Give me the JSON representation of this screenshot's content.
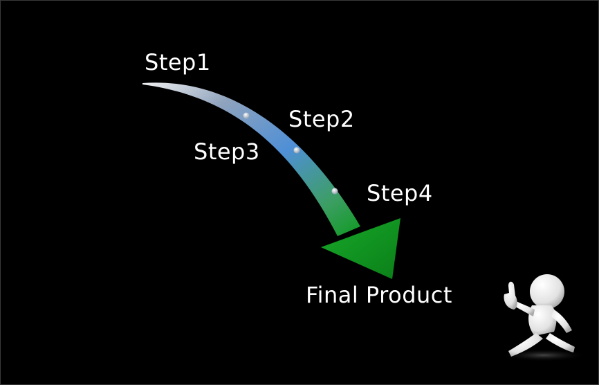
{
  "diagram": {
    "steps": [
      {
        "label": "Step1"
      },
      {
        "label": "Step2"
      },
      {
        "label": "Step3"
      },
      {
        "label": "Step4"
      }
    ],
    "final_label": "Final Product",
    "colors": {
      "background": "#000000",
      "text": "#ffffff",
      "arrow_start": "#c9c9c9",
      "arrow_mid": "#4f8fd6",
      "arrow_end": "#12a023",
      "arrow_head": "#0d8f1c",
      "marker": "#d8d8d8",
      "figure": "#eeeeee"
    },
    "icons": {
      "arrow": "curved-arrow-icon",
      "figure": "thumbs-up-person-icon"
    }
  }
}
